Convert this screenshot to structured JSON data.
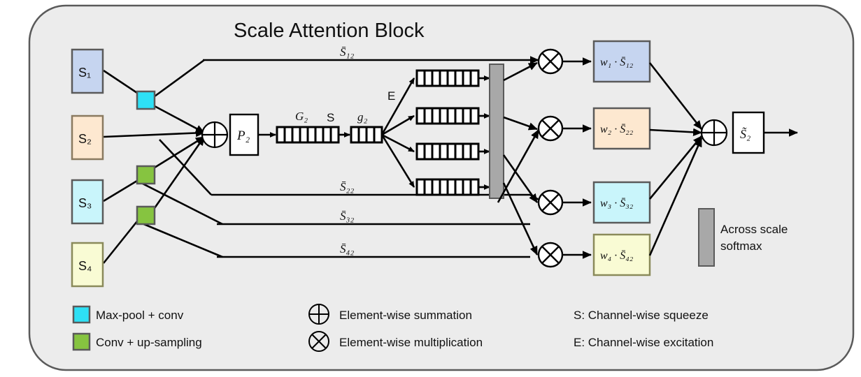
{
  "title": "Scale Attention Block",
  "panel": {
    "background": "#ececec",
    "border": "#5a5a5a"
  },
  "inputs": [
    {
      "label": "S₁",
      "color": "#c6d5f0",
      "border": "#5a5a5a"
    },
    {
      "label": "S₂",
      "color": "#fde8d0",
      "border": "#8a7a60"
    },
    {
      "label": "S₃",
      "color": "#c9f5fb",
      "border": "#5a5a5a"
    },
    {
      "label": "S₄",
      "color": "#f9fbd4",
      "border": "#8a8a5a"
    }
  ],
  "ops": {
    "maxpool_conv_color": "#2ee0f5",
    "conv_upsample_color": "#86c440",
    "pool_box_label": "P₂",
    "global_vector_label": "G₂",
    "squeeze_label": "S",
    "squeezed_vector_label": "g₂",
    "excitation_label": "E",
    "softmax_bar_color": "#a8a8a8",
    "output_label": "S̃₂"
  },
  "skip_labels": [
    "S̄₁₂",
    "S̄₂₂",
    "S̄₃₂",
    "S̄₄₂"
  ],
  "weighted": [
    {
      "label": "w₁ · S̄₁₂",
      "color": "#c6d5f0",
      "border": "#5a5a5a"
    },
    {
      "label": "w₂ · S̄₂₂",
      "color": "#fde8d0",
      "border": "#5a5a5a"
    },
    {
      "label": "w₃ · S̄₃₂",
      "color": "#c9f5fb",
      "border": "#5a5a5a"
    },
    {
      "label": "w₄ · S̄₄₂",
      "color": "#f9fbd4",
      "border": "#8a8a5a"
    }
  ],
  "softmax_legend": {
    "line1": "Across scale",
    "line2": "softmax"
  },
  "legend": {
    "col1": [
      {
        "swatch": "#2ee0f5",
        "text": "Max-pool + conv"
      },
      {
        "swatch": "#86c440",
        "text": "Conv + up-sampling"
      }
    ],
    "col2": [
      {
        "icon": "circle-plus-icon",
        "text": "Element-wise summation"
      },
      {
        "icon": "circle-times-icon",
        "text": "Element-wise multiplication"
      }
    ],
    "col3": [
      {
        "text": "S: Channel-wise squeeze"
      },
      {
        "text": "E: Channel-wise excitation"
      }
    ]
  },
  "vector_cells": {
    "global": 8,
    "squeezed": 4,
    "excitation": 8
  }
}
